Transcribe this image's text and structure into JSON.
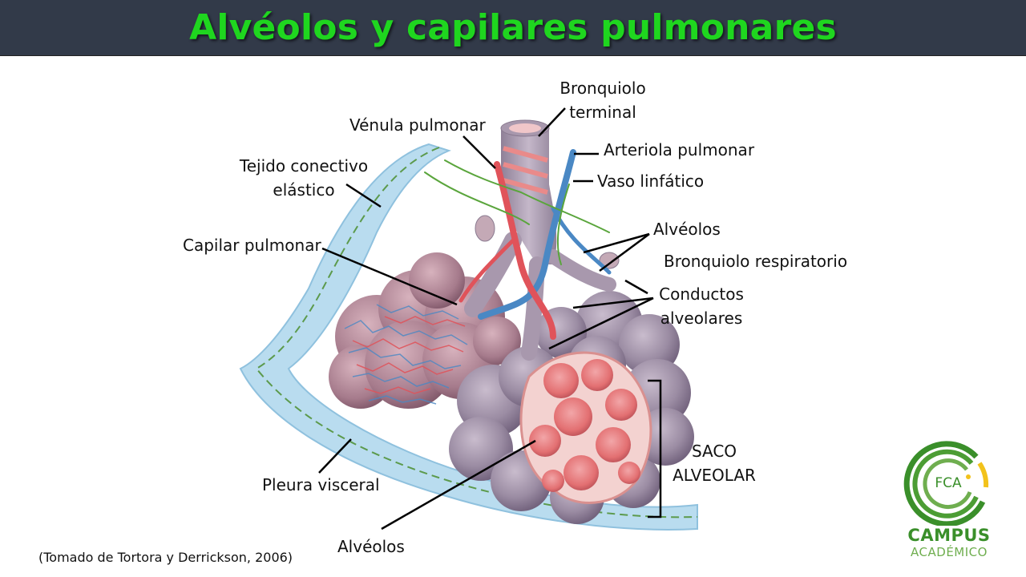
{
  "slide": {
    "title": "Alvéolos y capilares pulmonares",
    "caption": "(Tomado de Tortora y Derrickson, 2006)"
  },
  "labels": {
    "bronquiolo_terminal_line1": "Bronquiolo",
    "bronquiolo_terminal_line2": "terminal",
    "venula_pulmonar": "Vénula pulmonar",
    "arteriola_pulmonar": "Arteriola pulmonar",
    "vaso_linfatico": "Vaso linfático",
    "tejido_conectivo_line1": "Tejido conectivo",
    "tejido_conectivo_line2": "elástico",
    "capilar_pulmonar": "Capilar pulmonar",
    "alveolos_top": "Alvéolos",
    "bronquiolo_respiratorio": "Bronquiolo respiratorio",
    "conductos_line1": "Conductos",
    "conductos_line2": "alveolares",
    "saco_line1": "SACO",
    "saco_line2": "ALVEOLAR",
    "pleura_visceral": "Pleura visceral",
    "alveolos_bottom": "Alvéolos"
  },
  "logo": {
    "initials": "FCA",
    "name": "CAMPUS",
    "subtitle": "ACADÉMICO",
    "colors": {
      "green": "#3a8f2a",
      "light_green": "#6fae4f",
      "yellow": "#f2c21b"
    }
  },
  "colors": {
    "title_bar": "#323a49",
    "title_text": "#1fd61f",
    "pleura": "#b9dcef",
    "artery": "#e0535a",
    "vein": "#4a88c4",
    "lymph": "#5aa53c",
    "alveolus_purple": "#9b8ca3",
    "alveolus_inner": "#e37072"
  }
}
